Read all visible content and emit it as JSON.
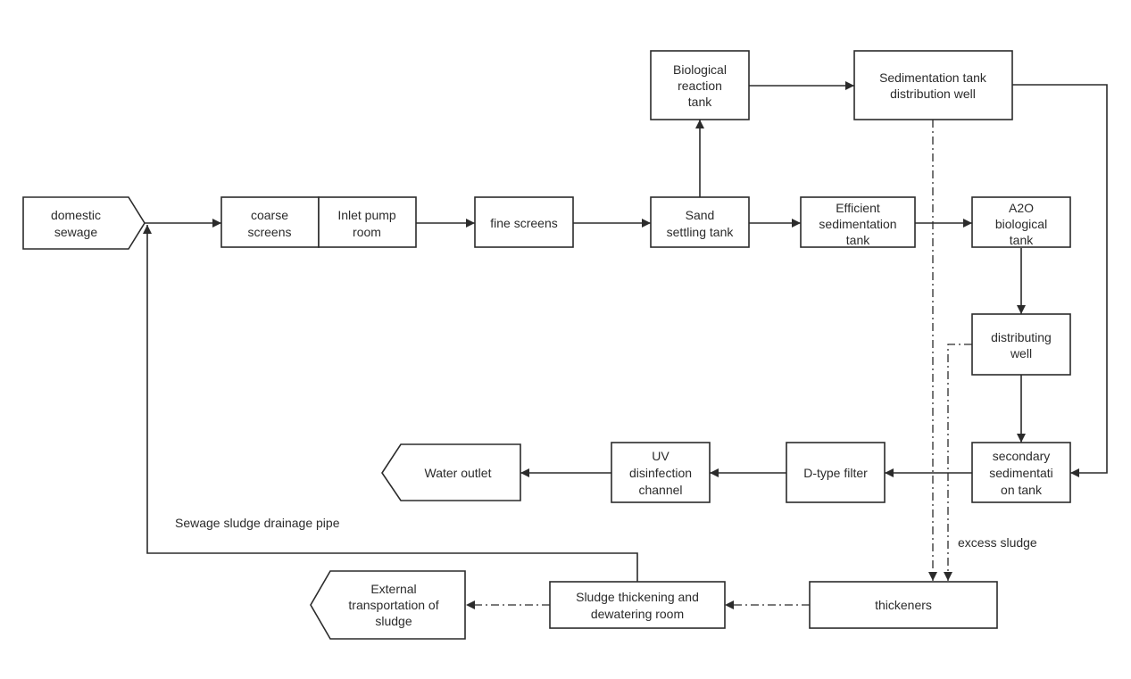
{
  "nodes": {
    "domestic_sewage": [
      "domestic",
      "sewage"
    ],
    "coarse_screens": [
      "coarse",
      "screens"
    ],
    "inlet_pump_room": [
      "Inlet pump",
      "room"
    ],
    "fine_screens": [
      "fine screens"
    ],
    "sand_settling_tank": [
      "Sand",
      "settling tank"
    ],
    "biological_reaction_tank": [
      "Biological",
      "reaction",
      "tank"
    ],
    "sedimentation_tank_distribution_well": [
      "Sedimentation tank",
      "distribution well"
    ],
    "efficient_sedimentation_tank": [
      "Efficient",
      "sedimentation",
      "tank"
    ],
    "a2o_biological_tank": [
      "A2O",
      "biological",
      "tank"
    ],
    "distributing_well": [
      "distributing",
      "well"
    ],
    "secondary_sedimentation_tank": [
      "secondary",
      "sedimentati",
      "on tank"
    ],
    "d_type_filter": [
      "D-type filter"
    ],
    "uv_disinfection_channel": [
      "UV",
      "disinfection",
      "channel"
    ],
    "water_outlet": [
      "Water outlet"
    ],
    "thickeners": [
      "thickeners"
    ],
    "sludge_thickening_dewatering_room": [
      "Sludge thickening and",
      "dewatering room"
    ],
    "external_transportation_of_sludge": [
      "External",
      "transportation of",
      "sludge"
    ]
  },
  "annotations": {
    "sewage_sludge_drainage_pipe": "Sewage sludge drainage pipe",
    "excess_sludge": "excess sludge"
  }
}
